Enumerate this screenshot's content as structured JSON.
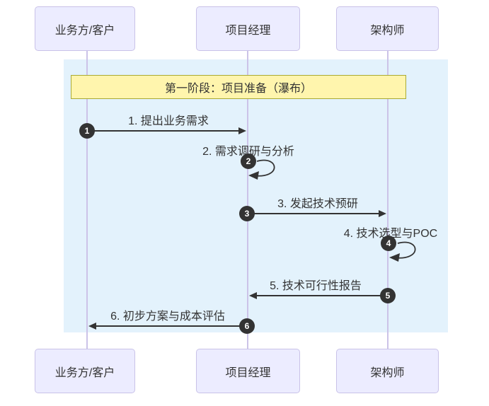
{
  "diagram": {
    "phase_note": "第一阶段：项目准备（瀑布）",
    "actors": [
      {
        "id": "business",
        "label": "业务方/客户"
      },
      {
        "id": "pm",
        "label": "项目经理"
      },
      {
        "id": "architect",
        "label": "架构师"
      }
    ],
    "messages": [
      {
        "num": "1",
        "text": "1. 提出业务需求",
        "from": "业务方/客户",
        "to": "项目经理",
        "type": "solid-arrow"
      },
      {
        "num": "2",
        "text": "2. 需求调研与分析",
        "from": "项目经理",
        "to": "项目经理",
        "type": "self-loop"
      },
      {
        "num": "3",
        "text": "3. 发起技术预研",
        "from": "项目经理",
        "to": "架构师",
        "type": "solid-arrow"
      },
      {
        "num": "4",
        "text": "4. 技术选型与POC",
        "from": "架构师",
        "to": "架构师",
        "type": "self-loop"
      },
      {
        "num": "5",
        "text": "5. 技术可行性报告",
        "from": "架构师",
        "to": "项目经理",
        "type": "solid-arrow"
      },
      {
        "num": "6",
        "text": "6. 初步方案与成本评估",
        "from": "项目经理",
        "to": "业务方/客户",
        "type": "solid-arrow"
      }
    ],
    "colors": {
      "actor_fill": "#ECECFF",
      "actor_border": "#C9C2E8",
      "lifeline": "#CCC3E8",
      "phase_rect": "#E3F2FC",
      "note_fill": "#FFF5AD",
      "note_border": "#AAAA33",
      "message_line": "#333333",
      "number_bg": "#333333",
      "number_text": "#FFFFFF",
      "text": "#333333",
      "background": "#FFFFFF"
    }
  }
}
